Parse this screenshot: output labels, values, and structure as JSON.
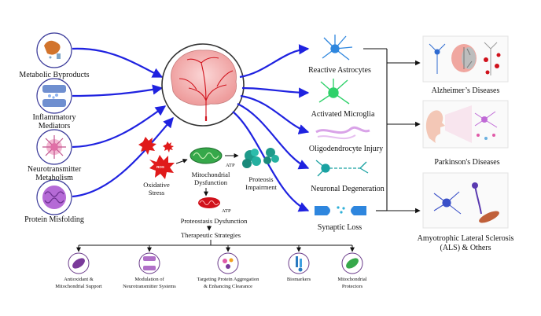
{
  "left_factors": [
    {
      "line1": "Metabolic Byproducts",
      "line2": "",
      "line3": ""
    },
    {
      "line1": "Inflammatory",
      "line2": "Mediators",
      "line3": ""
    },
    {
      "line1": "Neurotransmitter",
      "line2": "Metabolism",
      "line3": ""
    },
    {
      "line1": "Protein Misfolding",
      "line2": "",
      "line3": ""
    }
  ],
  "center": {
    "oxidative": {
      "line1": "Oxidative",
      "line2": "Stress",
      "tag": "ROS"
    },
    "mito": {
      "line1": "Mitochondrial",
      "line2": "Dysfunction",
      "tag": "ATP"
    },
    "proteosis": {
      "line1": "Proteosis",
      "line2": "Impairment"
    },
    "proteostasis": {
      "label": "Proteostasis Dysfunction",
      "tag": "ATP"
    },
    "therapeutic": "Therapeutic Strategies"
  },
  "strategies": [
    {
      "line1": "Antioxidant &",
      "line2": "Mitochondrial Support"
    },
    {
      "line1": "Modulation of",
      "line2": "Neurotransmitter Systems"
    },
    {
      "line1": "Targeting Protein Aggregation",
      "line2": "& Enhancing Clearance"
    },
    {
      "line1": "Biomarkers",
      "line2": ""
    },
    {
      "line1": "Mitochondrial",
      "line2": "Protectors"
    }
  ],
  "outcomes": [
    "Reactive Astrocytes",
    "Activated Microglia",
    "Oligodendrocyte Injury",
    "Neuronal Degeneration",
    "Synaptic Loss"
  ],
  "diseases": [
    {
      "line1": "Alzheimer’s  Diseases",
      "line2": ""
    },
    {
      "line1": "Parkinson's Diseases",
      "line2": ""
    },
    {
      "line1": "Amyotrophic Lateral Sclerosis",
      "line2": "(ALS) & Others"
    }
  ],
  "colors": {
    "arrow_blue": "#1f22e0",
    "circle_border": "#333333",
    "brain_pink": "#f2a9a9",
    "vessel_red": "#d0111b",
    "ros_red": "#e01a1a",
    "mito_green": "#36a84a",
    "aggregate_teal": "#1f9a8a",
    "astrocyte_blue": "#2e86de",
    "microglia_green": "#2fd16a",
    "oligo_violet": "#d9a3e8",
    "neuron_teal": "#1aa2a2",
    "strategy_purple": "#7a3a9a"
  }
}
